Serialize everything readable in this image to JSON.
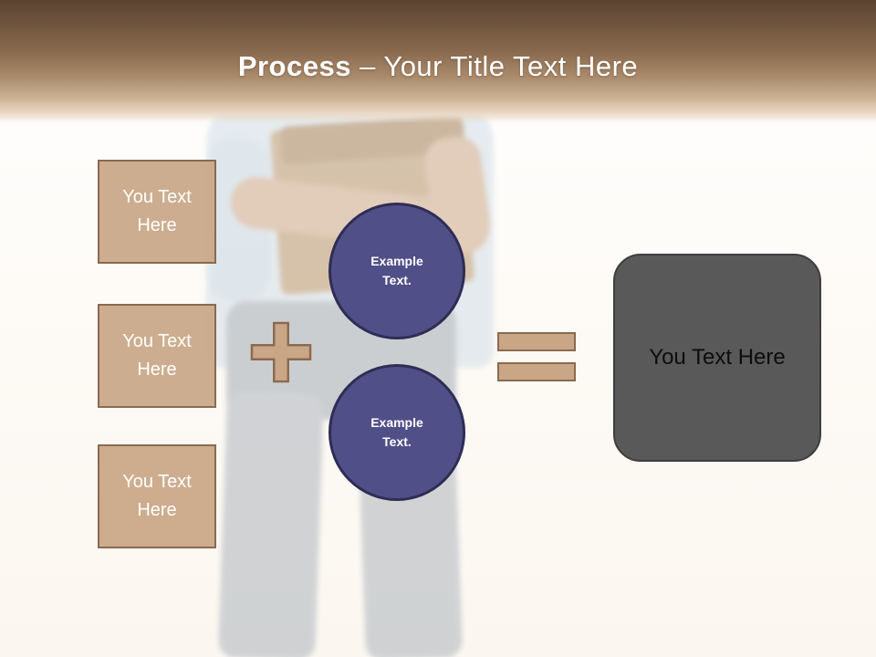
{
  "title": {
    "bold": "Process",
    "rest": " – Your Title Text Here"
  },
  "left_boxes": [
    {
      "label": "You Text Here"
    },
    {
      "label": "You Text Here"
    },
    {
      "label": "You Text Here"
    }
  ],
  "circles": [
    {
      "label": "Example Text."
    },
    {
      "label": "Example Text."
    }
  ],
  "result": {
    "label": "You Text Here"
  },
  "colors": {
    "banner_brown": "#6e543e",
    "tan_fill": "#c9a686",
    "tan_border": "#8a6a50",
    "circle_fill": "#514f88",
    "circle_border": "#2e2d55",
    "result_fill": "#595959",
    "result_border": "#3e3e3e",
    "title_text": "#ffffff"
  }
}
